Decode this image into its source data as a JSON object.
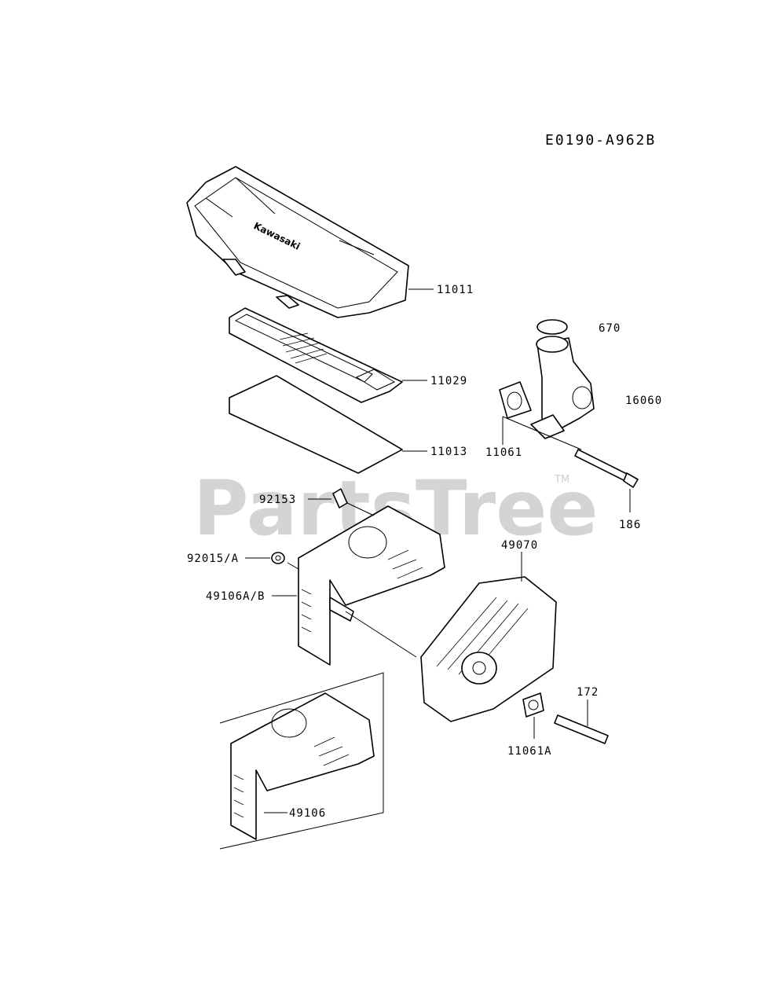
{
  "diagram_code": "E0190-A962B",
  "watermark": {
    "text": "PartsTree",
    "tm": "TM"
  },
  "brand_mark": "Kawasaki",
  "part_labels": {
    "p11011": "11011",
    "p11029": "11029",
    "p11013": "11013",
    "p670": "670",
    "p16060": "16060",
    "p11061": "11061",
    "p186": "186",
    "p92153": "92153",
    "p92015": "92015/A",
    "p49070": "49070",
    "p49106ab": "49106A/B",
    "p172": "172",
    "p11061a": "11061A",
    "p49106": "49106"
  }
}
